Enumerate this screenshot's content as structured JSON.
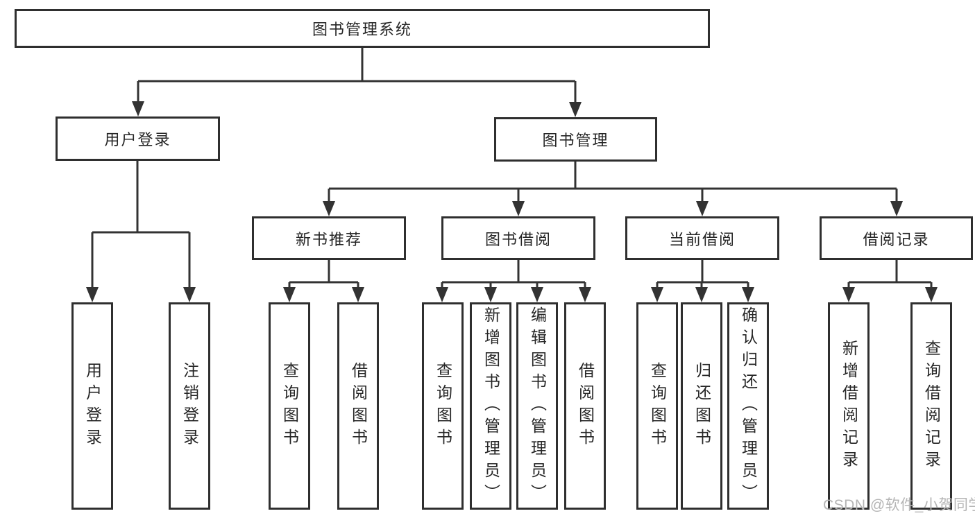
{
  "nodes": {
    "root": "图书管理系统",
    "level2": {
      "user_login": "用户登录",
      "book_mgmt": "图书管理"
    },
    "level3": {
      "new_book_recommend": "新书推荐",
      "book_borrow": "图书借阅",
      "current_borrow": "当前借阅",
      "borrow_records": "借阅记录"
    },
    "leaves": {
      "user_login": "用户登录",
      "logout": "注销登录",
      "recommend_query_books": "查询图书",
      "recommend_borrow_books": "借阅图书",
      "borrow_query_books": "查询图书",
      "borrow_add_books_admin": "新增图书（管理员）",
      "borrow_edit_books_admin": "编辑图书（管理员）",
      "borrow_borrow_books": "借阅图书",
      "current_query_books": "查询图书",
      "current_return_books": "归还图书",
      "current_confirm_return_admin": "确认归还（管理员）",
      "records_add_record": "新增借阅记录",
      "records_query_record": "查询借阅记录"
    }
  },
  "watermark": "CSDN @软件_小贺同学",
  "colors": {
    "line": "#333333",
    "box_border": "#2f2f2f",
    "text": "#262626",
    "watermark": "#b5b5b5",
    "background": "#ffffff"
  }
}
